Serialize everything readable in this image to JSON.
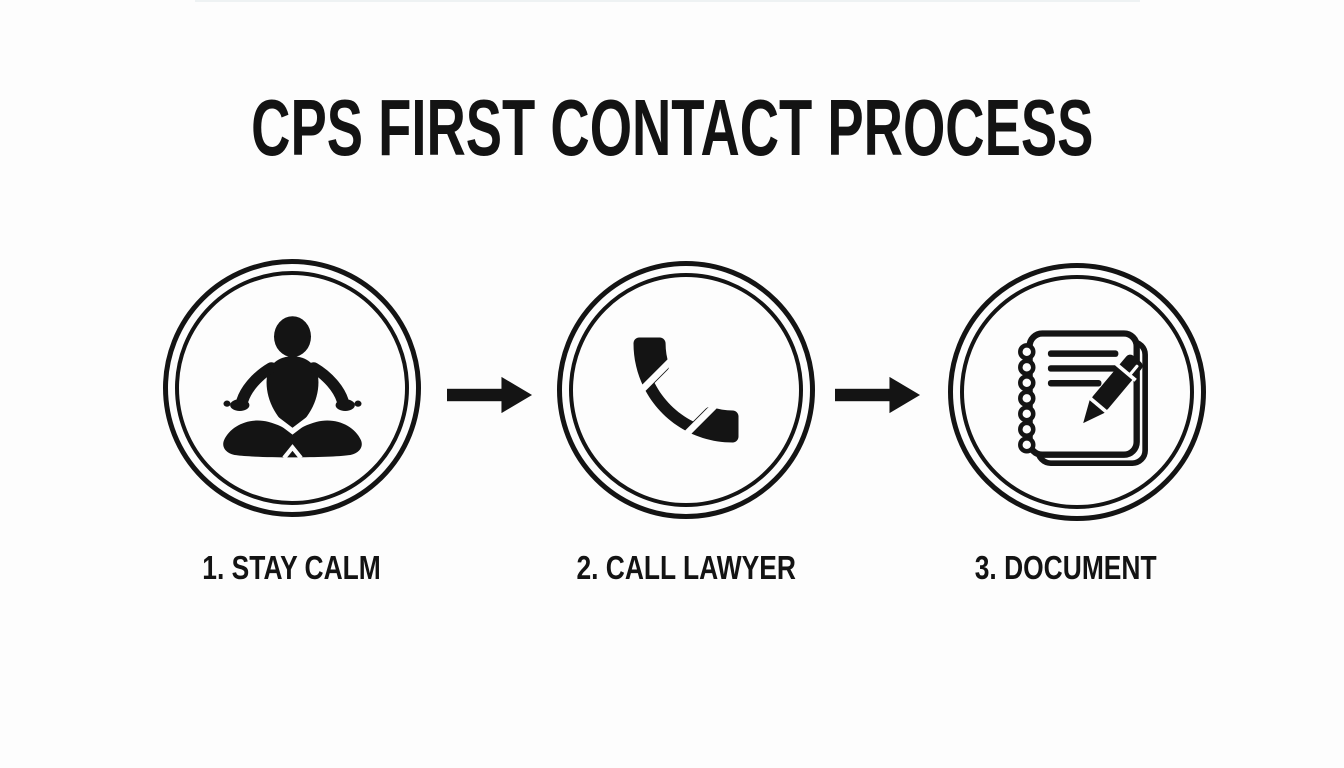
{
  "title": "CPS FIRST CONTACT PROCESS",
  "steps": [
    {
      "label": "1. STAY CALM",
      "icon": "meditation-icon"
    },
    {
      "label": "2. CALL LAWYER",
      "icon": "phone-handset-icon"
    },
    {
      "label": "3. DOCUMENT",
      "icon": "notebook-pen-icon"
    }
  ],
  "arrows": [
    {
      "icon": "arrow-right-icon"
    },
    {
      "icon": "arrow-right-icon"
    }
  ],
  "colors": {
    "ink": "#141414",
    "background": "#fdfdfd"
  }
}
